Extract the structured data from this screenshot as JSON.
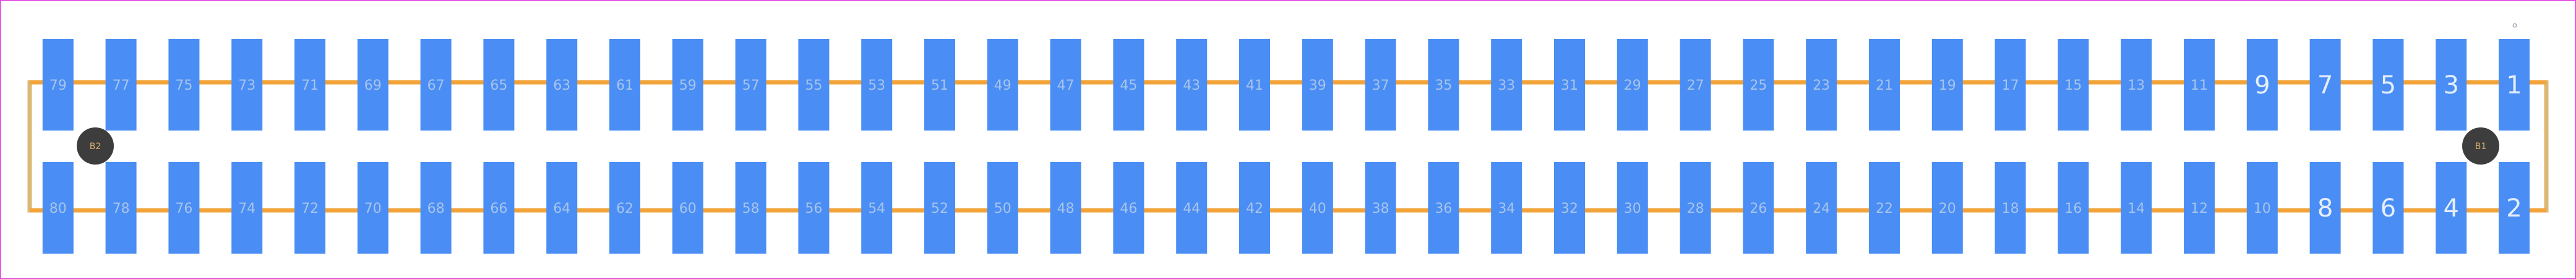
{
  "pins_top": [
    "79",
    "77",
    "75",
    "73",
    "71",
    "69",
    "67",
    "65",
    "63",
    "61",
    "59",
    "57",
    "55",
    "53",
    "51",
    "49",
    "47",
    "45",
    "43",
    "41",
    "39",
    "37",
    "35",
    "33",
    "31",
    "29",
    "27",
    "25",
    "23",
    "21",
    "19",
    "17",
    "15",
    "13",
    "11",
    "9",
    "7",
    "5",
    "3",
    "1"
  ],
  "pins_bottom": [
    "80",
    "78",
    "76",
    "74",
    "72",
    "70",
    "68",
    "66",
    "64",
    "62",
    "60",
    "58",
    "56",
    "54",
    "52",
    "50",
    "48",
    "46",
    "44",
    "42",
    "40",
    "38",
    "36",
    "34",
    "32",
    "30",
    "28",
    "26",
    "24",
    "22",
    "20",
    "18",
    "16",
    "14",
    "12",
    "10",
    "8",
    "6",
    "4",
    "2"
  ],
  "mounting_holes": {
    "left": "B2",
    "right": "B1"
  },
  "pin1_marker": "°",
  "colors": {
    "pad": "#4a8ef5",
    "pad_label": "#a8c4ea",
    "pad_label_large": "#e6eefb",
    "trace": "#f2a43a",
    "outline": "#dcb877",
    "mounting_hole": "#3d3d3d",
    "mounting_hole_label": "#d8b070",
    "border": "#e040e0",
    "marker": "#9aa3b0"
  }
}
